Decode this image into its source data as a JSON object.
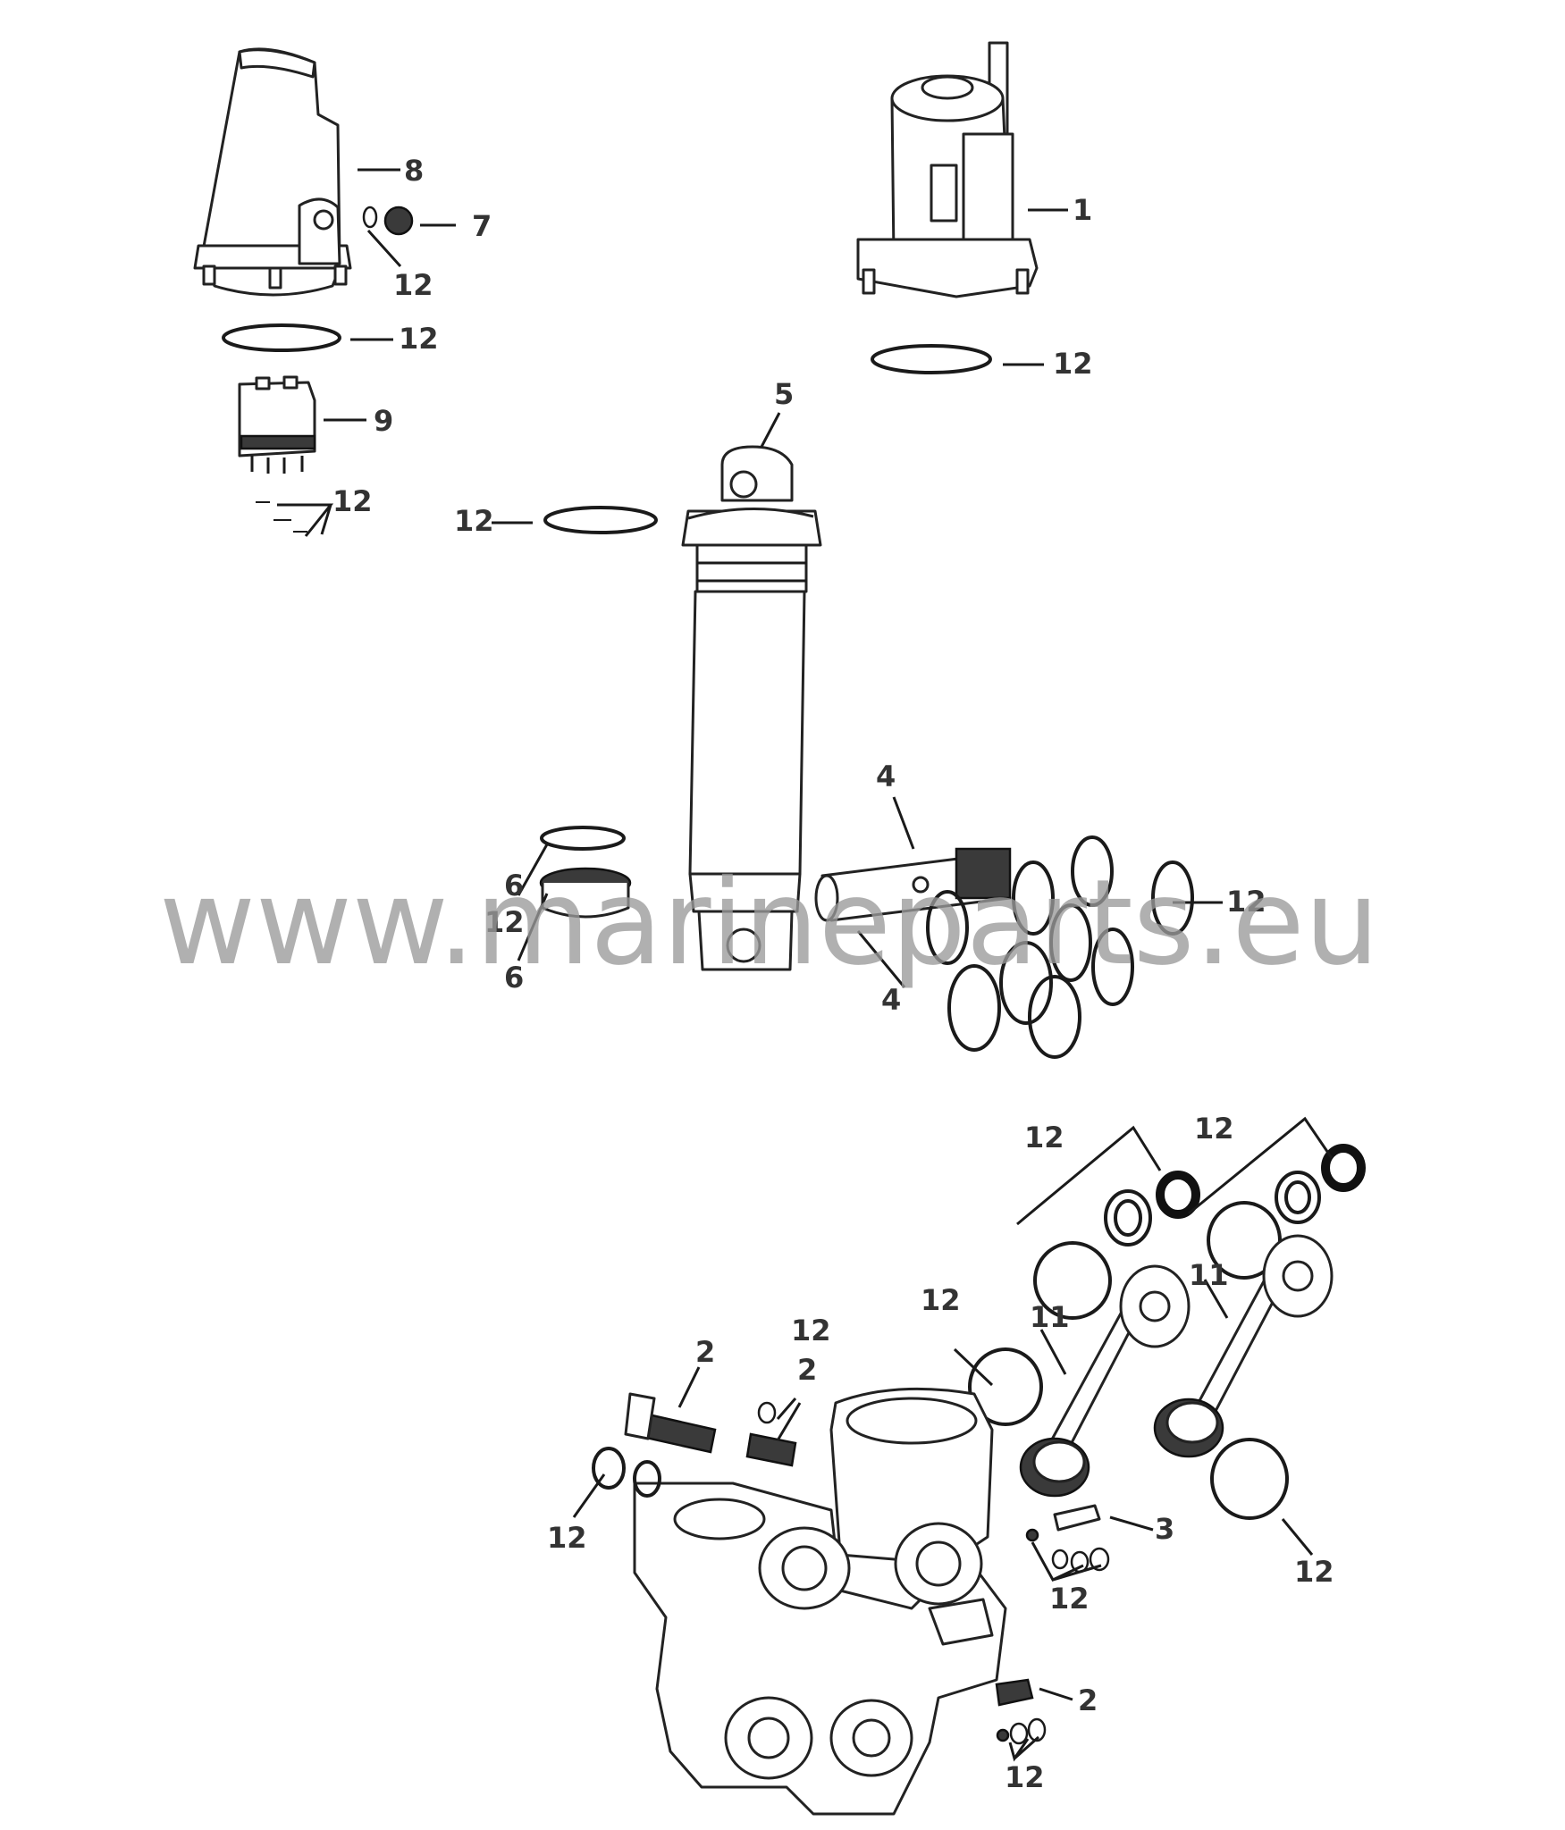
{
  "watermark": "www.marineparts.eu",
  "callouts": {
    "pump_cover": "8",
    "fill_plug": "7",
    "plug_oring": "12",
    "cover_oring": "12",
    "pump": "9",
    "pump_screws": "12",
    "motor": "1",
    "motor_oring": "12",
    "cylinder": "5",
    "cylinder_oring": "12",
    "piston_a": "4",
    "piston_b": "4",
    "piston_orings": "12",
    "cap_a": "6",
    "cap_b": "6",
    "cap_oring": "12",
    "seal_kit_left": "12",
    "seal_kit_right": "12",
    "rod_left": "11",
    "rod_right": "11",
    "rod_left_oring": "12",
    "rod_right_oring": "12",
    "valve_large": "2",
    "valve_small": "2",
    "valve_small_oring": "12",
    "valve_large_orings": "12",
    "check_valve": "3",
    "check_valve_orings": "12",
    "valve_bottom": "2",
    "valve_bottom_orings": "12"
  }
}
